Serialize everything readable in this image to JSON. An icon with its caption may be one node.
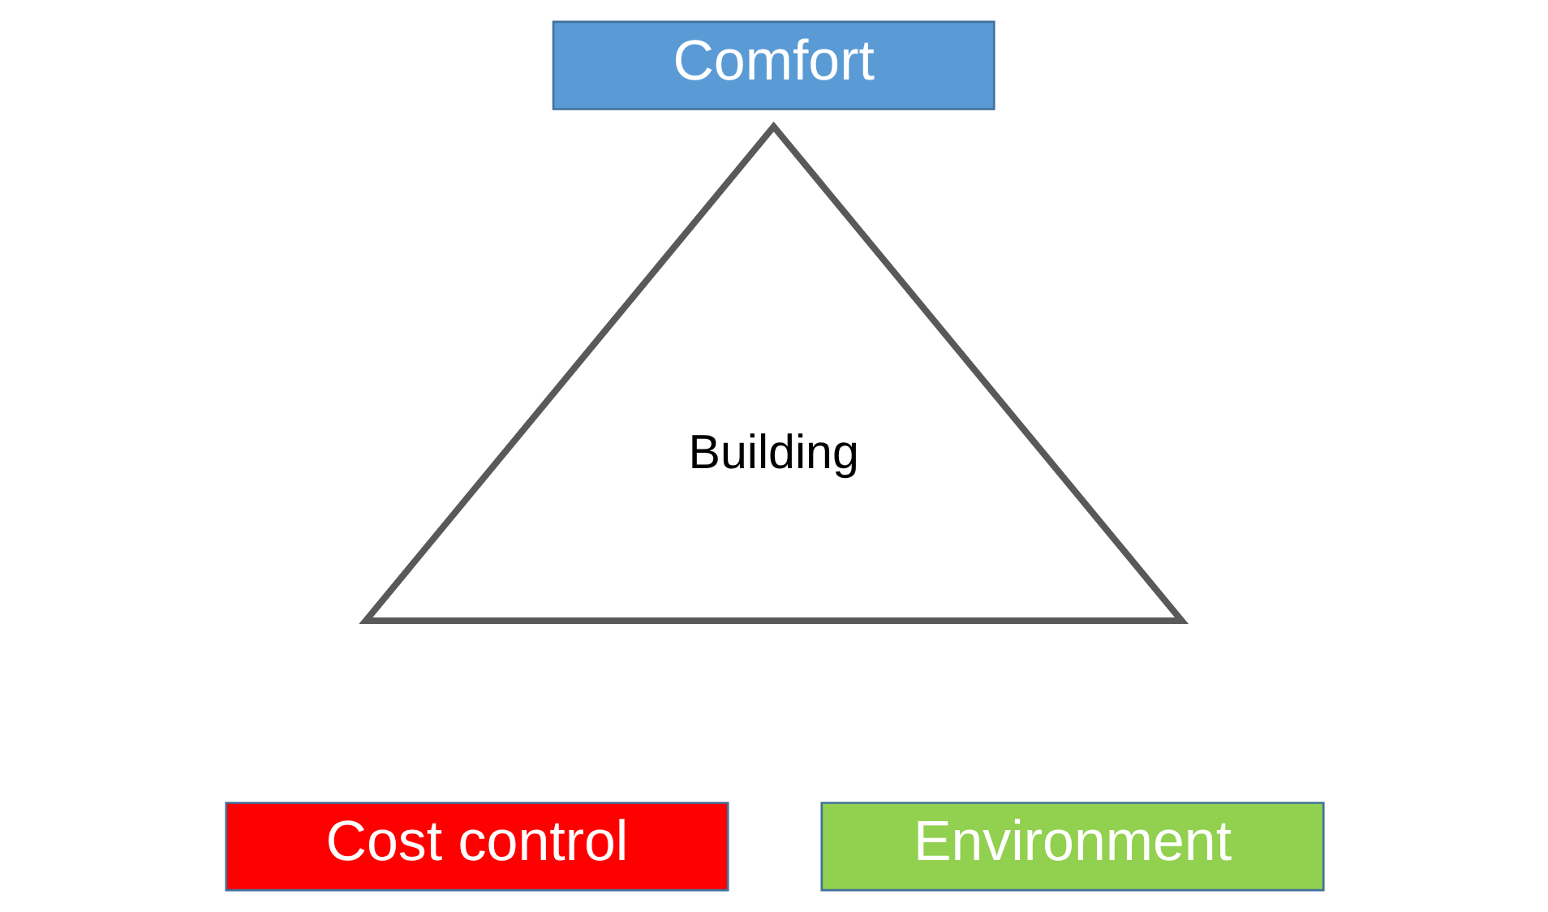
{
  "diagram": {
    "nodes": [
      {
        "text": [
          "Comfort"
        ]
      },
      {
        "text": [
          "Building"
        ]
      },
      {
        "text": [
          "Cost control"
        ]
      },
      {
        "text": [
          "Environment"
        ]
      }
    ]
  }
}
